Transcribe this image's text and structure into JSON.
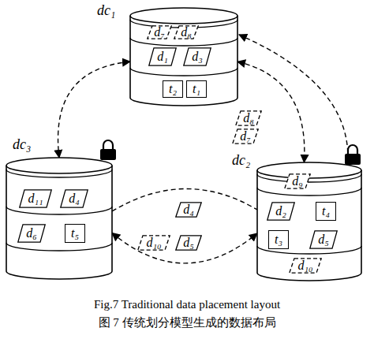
{
  "diagram": {
    "caption": "Fig.7 Traditional data placement layout",
    "nodes": [
      {
        "text": [
          "dc₁"
        ]
      },
      {
        "text": [
          "d₇"
        ],
        "in": 0
      },
      {
        "text": [
          "d₈"
        ],
        "in": 0
      },
      {
        "text": [
          "d₁"
        ],
        "in": 0
      },
      {
        "text": [
          "d₃"
        ],
        "in": 0
      },
      {
        "text": [
          "t₂"
        ],
        "in": 0
      },
      {
        "text": [
          "t₁"
        ],
        "in": 0
      },
      {
        "text": [
          "d₈"
        ]
      },
      {
        "text": [
          "d₇"
        ]
      },
      {
        "text": [
          "dc₃"
        ]
      },
      {
        "text": [
          "d₁₁"
        ],
        "in": 9
      },
      {
        "text": [
          "d₄"
        ],
        "in": 9
      },
      {
        "text": [
          "d₆"
        ],
        "in": 9
      },
      {
        "text": [
          "t₅"
        ],
        "in": 9
      },
      {
        "text": [
          "d₄"
        ]
      },
      {
        "text": [
          "d₁₀"
        ]
      },
      {
        "text": [
          "d₅"
        ]
      },
      {
        "text": [
          "dc₂"
        ]
      },
      {
        "text": [
          "d₉"
        ],
        "in": 17
      },
      {
        "text": [
          "d₂"
        ],
        "in": 17
      },
      {
        "text": [
          "t₄"
        ],
        "in": 17
      },
      {
        "text": [
          "t₃"
        ],
        "in": 17
      },
      {
        "text": [
          "d₅"
        ],
        "in": 17
      },
      {
        "text": [
          "d₁₀"
        ],
        "in": 17
      }
    ],
    "edges": [
      {
        "from": 0,
        "to": 9,
        "arrow": "both"
      },
      {
        "from": 0,
        "to": 17,
        "arrow": "both"
      },
      {
        "from": 9,
        "to": 17,
        "arrow": "both"
      }
    ],
    "labels": [
      "图 7 传统划分模型生成的数据布局"
    ]
  }
}
